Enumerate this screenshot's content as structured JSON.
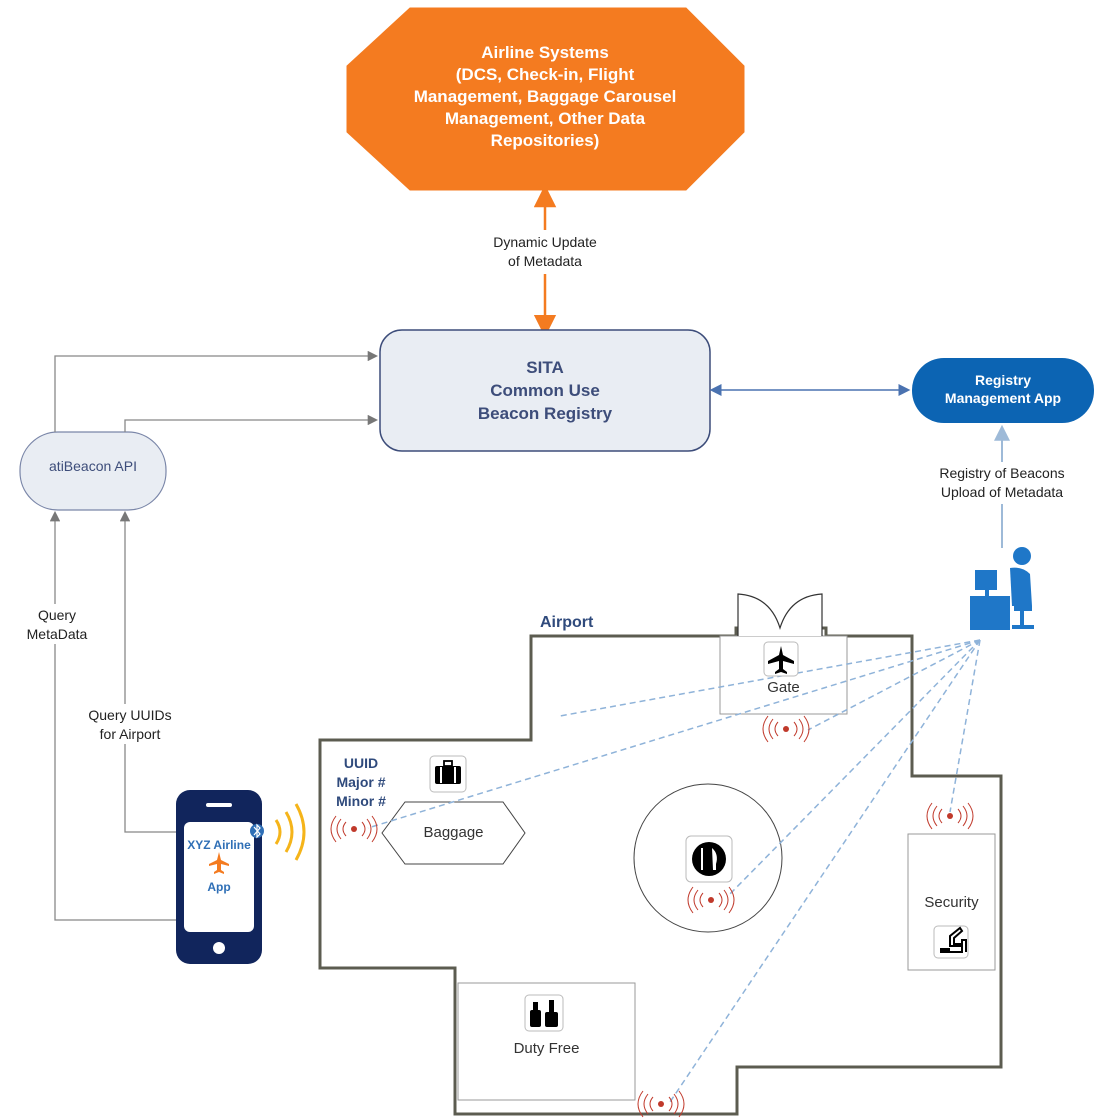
{
  "airline_systems": {
    "lines": [
      "Airline Systems",
      "(DCS, Check-in, Flight",
      "Management, Baggage Carousel",
      "Management, Other Data",
      "Repositories)"
    ]
  },
  "dynamic_update": [
    "Dynamic Update",
    "of Metadata"
  ],
  "registry": {
    "lines": [
      "SITA",
      "Common Use",
      "Beacon Registry"
    ]
  },
  "registry_app": {
    "lines": [
      "Registry",
      "Management App"
    ]
  },
  "registry_upload": [
    "Registry of Beacons",
    "Upload of Metadata"
  ],
  "atibeacon": "atiBeacon API",
  "query_metadata": [
    "Query",
    "MetaData"
  ],
  "query_uuids": [
    "Query UUIDs",
    "for Airport"
  ],
  "airport_title": "Airport",
  "uuid_info": [
    "UUID",
    "Major #",
    "Minor #"
  ],
  "phone_app": {
    "line1": "XYZ Airline",
    "line2": "App"
  },
  "rooms": {
    "gate": "Gate",
    "baggage": "Baggage",
    "security": "Security",
    "duty_free": "Duty Free"
  },
  "colors": {
    "orange": "#f47b20",
    "registry_fill": "#e9edf3",
    "registry_border": "#3d4d7a",
    "app_blue": "#0c64b3",
    "phone_navy": "#11255c",
    "beacon_red": "#c0392b",
    "dash_blue": "#8fb3d9",
    "wall": "#5c5c50"
  },
  "icons": [
    "plane-icon",
    "suitcase-icon",
    "dining-icon",
    "security-scanner-icon",
    "bottles-icon",
    "person-at-desk-icon",
    "bluetooth-icon",
    "beacon-signal-icon"
  ]
}
